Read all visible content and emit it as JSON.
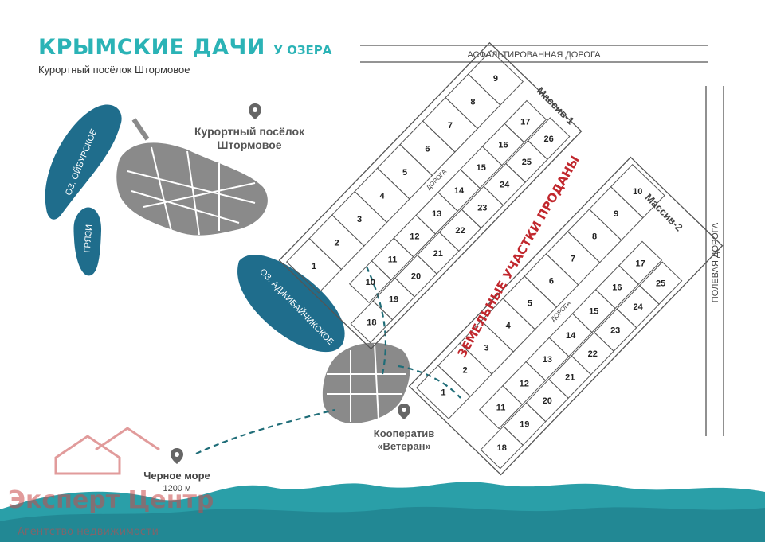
{
  "header": {
    "title": "КРЫМСКИЕ ДАЧИ",
    "title_suffix": "У ОЗЕРА",
    "subtitle": "Курортный посёлок Штормовое"
  },
  "roads": {
    "asphalt": "АСФАЛЬТИРОВАННАЯ ДОРОГА",
    "field": "ПОЛЕВАЯ ДОРОГА",
    "inner": "ДОРОГА"
  },
  "lakes": {
    "oibur": "ОЗ. ОЙБУРСКОЕ",
    "gryazi": "ГРЯЗИ",
    "adzhi": "ОЗ. АДЖИБАЙЧИКСКОЕ"
  },
  "places": {
    "shtormovoe_line1": "Курортный посёлок",
    "shtormovoe_line2": "Штормовое",
    "coop_line1": "Кооператив",
    "coop_line2": "«Ветеран»",
    "sea_line1": "Черное море",
    "sea_line2": "1200 м"
  },
  "massif1": {
    "label": "Массив-1",
    "upper_row": [
      "1",
      "2",
      "3",
      "4",
      "5",
      "6",
      "7",
      "8",
      "9"
    ],
    "middle_row_a": [
      "10",
      "11",
      "12",
      "13",
      "14",
      "15",
      "16",
      "17"
    ],
    "middle_row_b": [
      "18",
      "19",
      "20",
      "21",
      "22",
      "23",
      "24",
      "25",
      "26"
    ]
  },
  "massif2": {
    "label": "Массив-2",
    "upper_row": [
      "1",
      "2",
      "3",
      "4",
      "5",
      "6",
      "7",
      "8",
      "9",
      "10"
    ],
    "middle_row_a": [
      "11",
      "12",
      "13",
      "14",
      "15",
      "16",
      "17"
    ],
    "middle_row_b": [
      "18",
      "19",
      "20",
      "21",
      "22",
      "23",
      "24",
      "25"
    ]
  },
  "sold_banner": "ЗЕМЕЛЬНЫЕ УЧАСТКИ ПРОДАНЫ",
  "watermark": {
    "line1": "Эксперт Центр",
    "line2": "Агентство недвижимости"
  },
  "colors": {
    "accent": "#2bb3b6",
    "lake": "#1f6d8c",
    "town": "#8a8a8a",
    "sold": "#c1272d",
    "dash": "#1f6d78"
  }
}
